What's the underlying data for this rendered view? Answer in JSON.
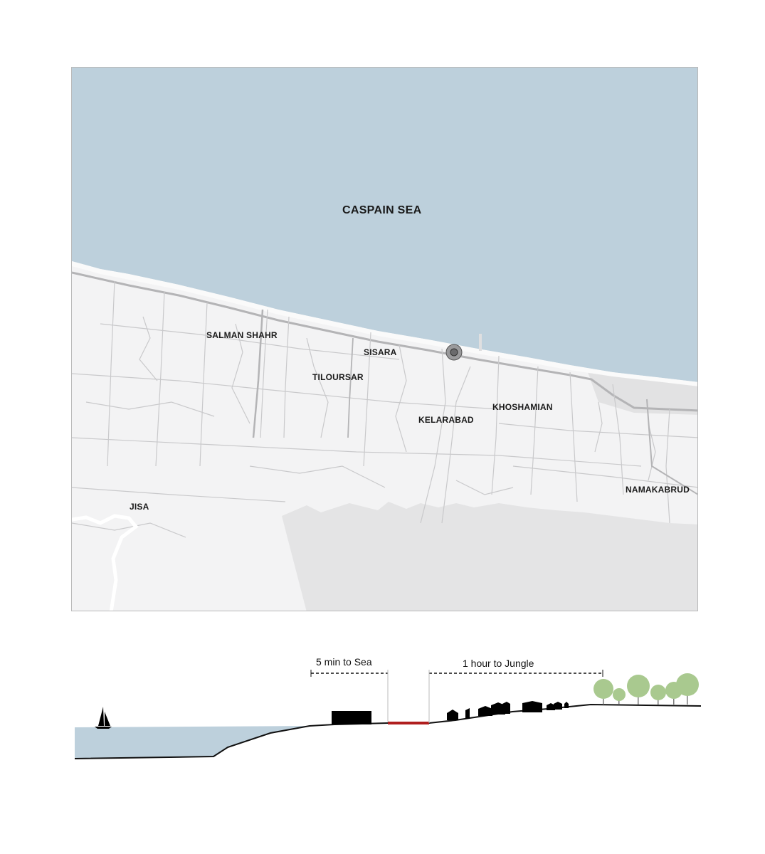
{
  "map": {
    "sea_label": "CASPAIN SEA",
    "places": [
      {
        "name": "SALMAN SHAHR"
      },
      {
        "name": "SISARA"
      },
      {
        "name": "TILOURSAR"
      },
      {
        "name": "KELARABAD"
      },
      {
        "name": "KHOSHAMIAN"
      },
      {
        "name": "NAMAKABRUD"
      },
      {
        "name": "JISA"
      }
    ],
    "site_marker": "site-location"
  },
  "section": {
    "sea_distance_label": "5 min to Sea",
    "jungle_distance_label": "1 hour to Jungle"
  },
  "colors": {
    "sea": "#bdd0dc",
    "land": "#f3f3f4",
    "forest_zone": "#e4e4e5",
    "roads": "#c9c9cb",
    "coast_road": "#b4b4b6",
    "buildings": "#000000",
    "site_strip": "#b01e1e",
    "trees": "#a9c98f"
  }
}
